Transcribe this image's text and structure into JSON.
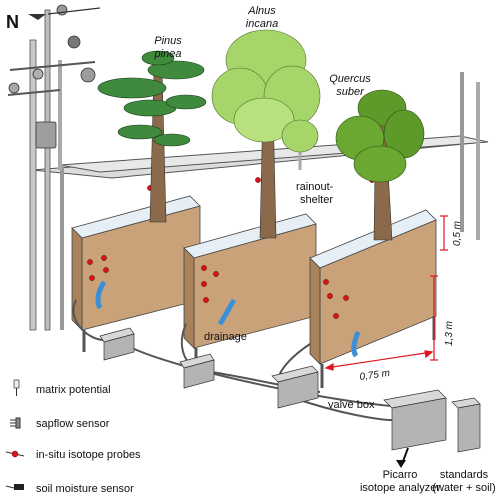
{
  "compass": {
    "north": "N"
  },
  "trees": {
    "pinus_line1": "Pinus",
    "pinus_line2": "pinea",
    "alnus_line1": "Alnus",
    "alnus_line2": "incana",
    "quercus_line1": "Quercus",
    "quercus_line2": "suber"
  },
  "labels": {
    "rainout_line1": "rainout-",
    "rainout_line2": "shelter",
    "drainage": "drainage",
    "valve_box": "valve box",
    "picarro_line1": "Picarro",
    "picarro_line2": "isotope analyzer",
    "standards_line1": "standards",
    "standards_line2": "(water + soil)"
  },
  "dimensions": {
    "height_top": "0,5 m",
    "height_box": "1,3 m",
    "width": "0,75 m"
  },
  "legend": {
    "matrix": "matrix potential",
    "sapflow": "sapflow sensor",
    "isotope": "in-situ isotope probes",
    "moisture": "soil moisture sensor"
  },
  "colors": {
    "soil": "#c9a27a",
    "soil_dark": "#a9825c",
    "metal": "#c8c8c8",
    "metal_dark": "#8c8c8c",
    "box_gray": "#b4b4b4",
    "dimension_red": "#e0141e",
    "probe_red": "#d8121a",
    "drain_blue": "#3a8fd8",
    "pine_green": "#3f8a3c",
    "alder_green": "#a6d66a",
    "oak_green": "#5e9a2a",
    "trunk": "#8a6a4a"
  }
}
